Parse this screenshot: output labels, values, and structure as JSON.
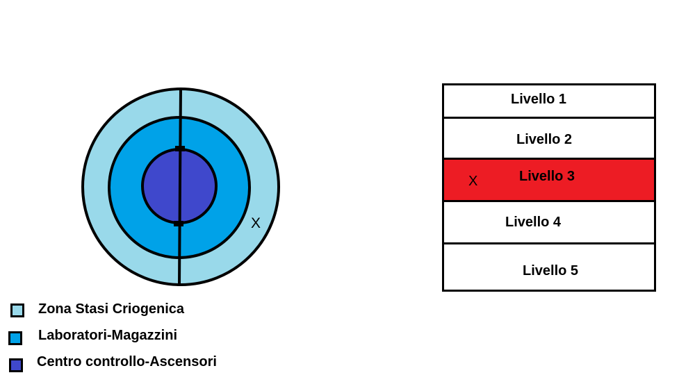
{
  "colors": {
    "outer": "#99d9ea",
    "middle": "#00a2e8",
    "inner": "#3f48cc",
    "highlight": "#ed1c24"
  },
  "map": {
    "marker": "X"
  },
  "legend": [
    {
      "label": "Zona Stasi Criogenica",
      "color": "#99d9ea"
    },
    {
      "label": "Laboratori-Magazzini",
      "color": "#00a2e8"
    },
    {
      "label": "Centro controllo-Ascensori",
      "color": "#3f48cc"
    }
  ],
  "levels": [
    {
      "label": "Livello 1",
      "highlighted": false
    },
    {
      "label": "Livello 2",
      "highlighted": false
    },
    {
      "label": "Livello 3",
      "highlighted": true,
      "marker": "X"
    },
    {
      "label": "Livello 4",
      "highlighted": false
    },
    {
      "label": "Livello 5",
      "highlighted": false
    }
  ]
}
